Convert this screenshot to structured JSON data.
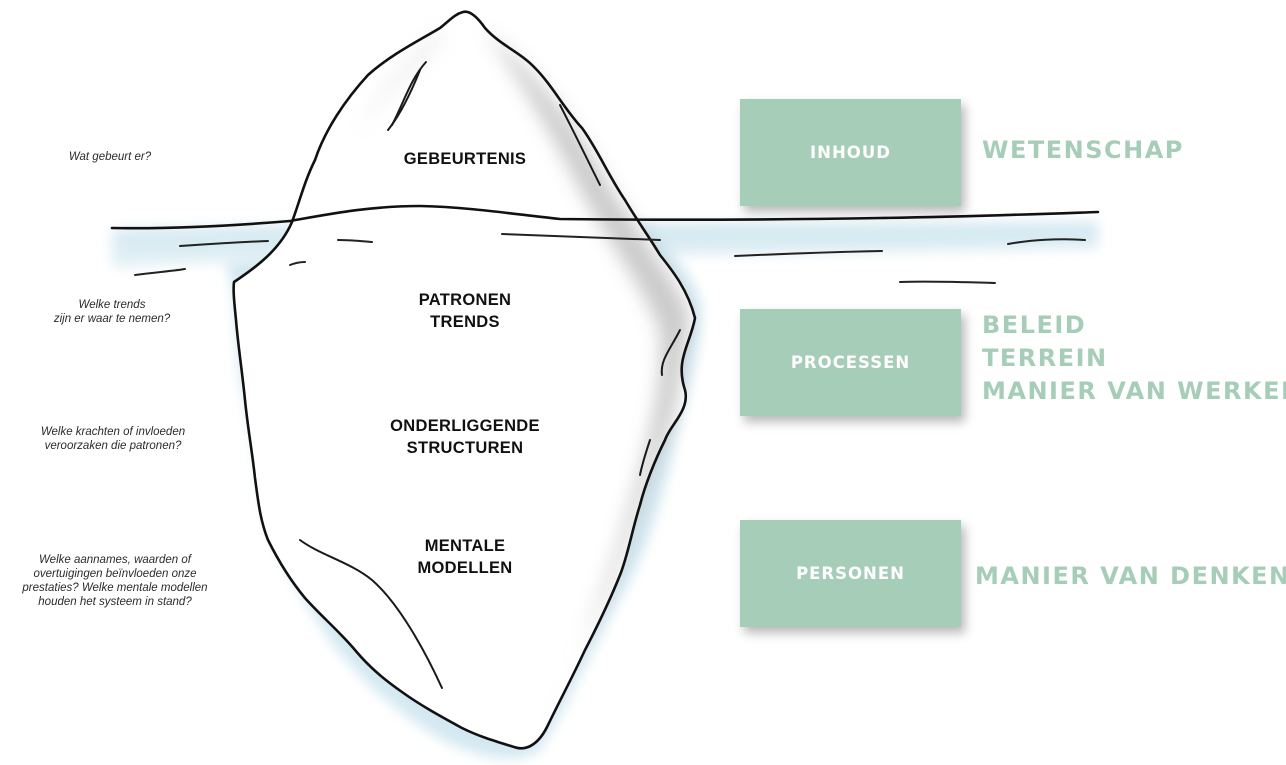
{
  "colors": {
    "box_fill": "#a6cdb7",
    "tag_text": "#a6cdb7",
    "water": "#d3e8f1",
    "outline": "#111111"
  },
  "levels": {
    "events": [
      "GEBEURTENIS"
    ],
    "patterns": [
      "PATRONEN",
      "TRENDS"
    ],
    "structures": [
      "ONDERLIGGENDE",
      "STRUCTUREN"
    ],
    "mental_models": [
      "MENTALE",
      "MODELLEN"
    ]
  },
  "questions": {
    "events": [
      "Wat gebeurt er?"
    ],
    "patterns": [
      "Welke trends",
      "zijn er waar te nemen?"
    ],
    "structures": [
      "Welke krachten of invloeden",
      "veroorzaken die patronen?"
    ],
    "mental_models": [
      "Welke aannames, waarden of",
      "overtuigingen beïnvloeden onze",
      "prestaties? Welke mentale modellen",
      "houden het systeem in stand?"
    ]
  },
  "boxes": {
    "content": "INHOUD",
    "processes": "PROCESSEN",
    "people": "PERSONEN"
  },
  "tags": {
    "content": [
      "WETENSCHAP"
    ],
    "processes": [
      "BELEID",
      "TERREIN",
      "MANIER VAN WERKEN"
    ],
    "people": [
      "MANIER VAN DENKEN"
    ]
  }
}
